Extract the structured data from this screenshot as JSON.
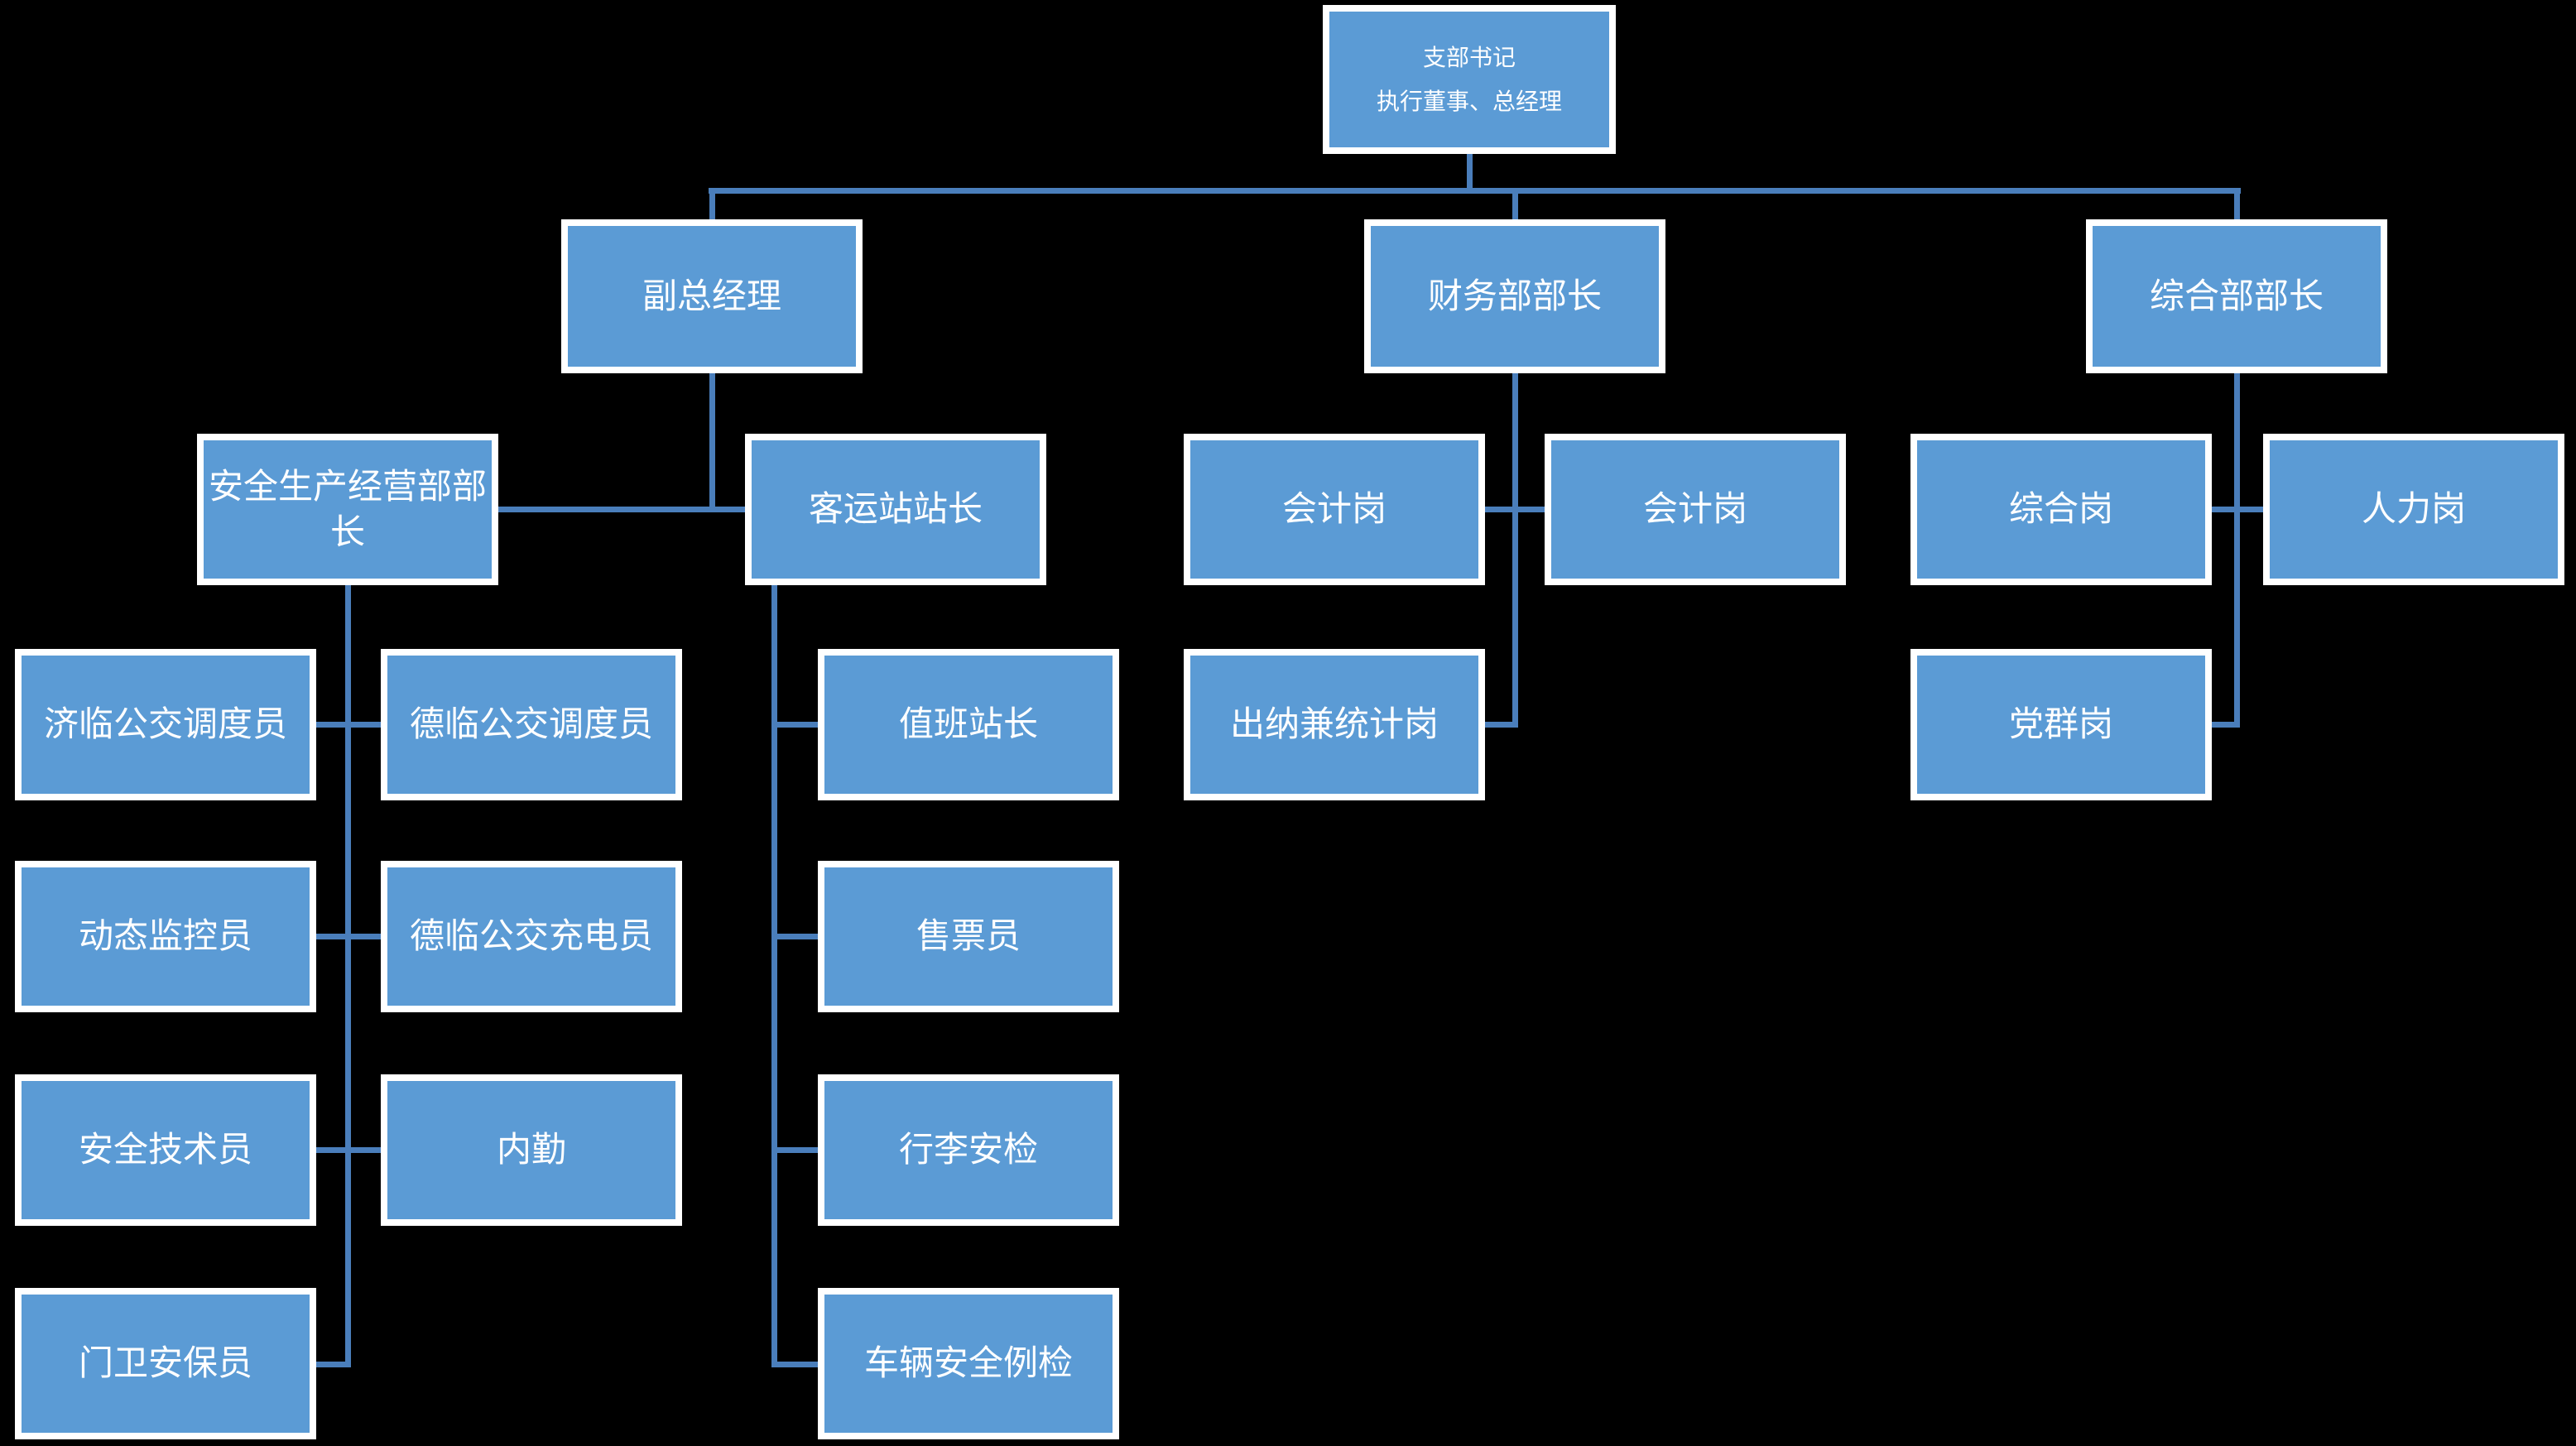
{
  "colors": {
    "background": "#000000",
    "box_fill": "#5b9bd5",
    "box_border": "#ffffff",
    "connector": "#4a7ebb",
    "text": "#ffffff"
  },
  "nodes": {
    "root": {
      "line1": "支部书记",
      "line2": "执行董事、总经理"
    },
    "vice_gm": {
      "label": "副总经理"
    },
    "finance_head": {
      "label": "财务部部长"
    },
    "general_head": {
      "label": "综合部部长"
    },
    "safety_head": {
      "label": "安全生产经营部部长"
    },
    "station_master": {
      "label": "客运站站长"
    },
    "accountant_1": {
      "label": "会计岗"
    },
    "accountant_2": {
      "label": "会计岗"
    },
    "cashier_stat": {
      "label": "出纳兼统计岗"
    },
    "general_post": {
      "label": "综合岗"
    },
    "hr_post": {
      "label": "人力岗"
    },
    "party_post": {
      "label": "党群岗"
    },
    "jilin_dispatcher": {
      "label": "济临公交调度员"
    },
    "delin_dispatcher": {
      "label": "德临公交调度员"
    },
    "dynamic_monitor": {
      "label": "动态监控员"
    },
    "delin_charger": {
      "label": "德临公交充电员"
    },
    "safety_technician": {
      "label": "安全技术员"
    },
    "office_clerk": {
      "label": "内勤"
    },
    "gate_guard": {
      "label": "门卫安保员"
    },
    "duty_station_master": {
      "label": "值班站长"
    },
    "ticket_seller": {
      "label": "售票员"
    },
    "luggage_security": {
      "label": "行李安检"
    },
    "vehicle_inspection": {
      "label": "车辆安全例检"
    }
  },
  "hierarchy": {
    "支部书记 执行董事、总经理": [
      "副总经理",
      "财务部部长",
      "综合部部长"
    ],
    "副总经理": [
      "安全生产经营部部长",
      "客运站站长"
    ],
    "安全生产经营部部长": [
      "济临公交调度员",
      "德临公交调度员",
      "动态监控员",
      "德临公交充电员",
      "安全技术员",
      "内勤",
      "门卫安保员"
    ],
    "客运站站长": [
      "值班站长",
      "售票员",
      "行李安检",
      "车辆安全例检"
    ],
    "财务部部长": [
      "会计岗",
      "会计岗",
      "出纳兼统计岗"
    ],
    "综合部部长": [
      "综合岗",
      "人力岗",
      "党群岗"
    ]
  }
}
